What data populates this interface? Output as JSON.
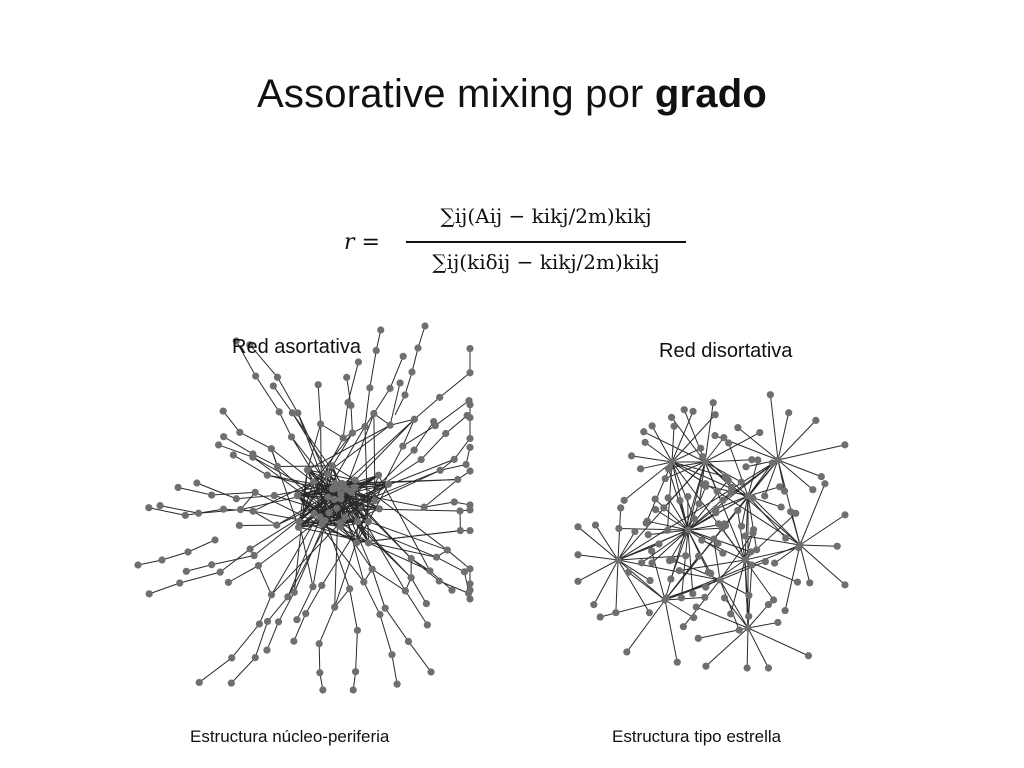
{
  "title": {
    "normal": "Assorative mixing por ",
    "bold": "grado"
  },
  "formula": {
    "lhs": "r =",
    "numerator": "∑ij(Aij − kikj/2m)kikj",
    "denominator": "∑ij(kiδij − kikj/2m)kikj"
  },
  "networks": {
    "left": {
      "label": "Red asortativa",
      "caption": "Estructura núcleo-periferia"
    },
    "right": {
      "label": "Red disortativa",
      "caption": "Estructura tipo estrella"
    }
  },
  "colors": {
    "node": "#6f6f6f",
    "edge": "#2a2a2a",
    "text": "#111111"
  }
}
